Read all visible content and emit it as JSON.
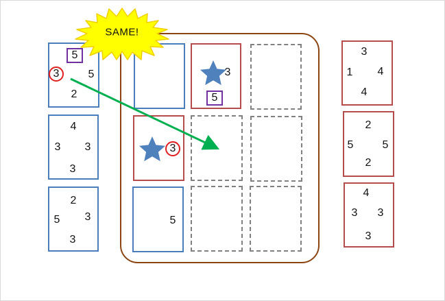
{
  "callout": {
    "text": "SAME!",
    "fill": "#ffff00",
    "stroke": "#f0d000"
  },
  "colors": {
    "blue_card": "#4a7ebb",
    "red_card": "#b54b4b",
    "board": "#8b4513",
    "empty_slot": "#808080",
    "star": "#4f81bd",
    "arrow": "#00b050",
    "circle_mark": "#e02020",
    "square_mark": "#7030a0"
  },
  "hand_left": [
    {
      "top": "5",
      "left": "3",
      "right": "5",
      "bottom": "2",
      "top_marked": "square",
      "left_marked": "circle"
    },
    {
      "top": "4",
      "left": "3",
      "right": "3",
      "bottom": "3"
    },
    {
      "top": "2",
      "left": "5",
      "right": "3",
      "bottom": "3"
    }
  ],
  "board": {
    "r0c0": {
      "owner": "blue",
      "values": {}
    },
    "r0c1": {
      "owner": "red",
      "star": true,
      "values": {
        "right": "3",
        "bottom": "5"
      },
      "bottom_marked": "square"
    },
    "r0c2": {
      "empty": true
    },
    "r1c0": {
      "owner": "red",
      "star": true,
      "values": {
        "right": "3"
      },
      "right_marked": "circle"
    },
    "r1c1": {
      "empty": true
    },
    "r1c2": {
      "empty": true
    },
    "r2c0": {
      "owner": "blue",
      "values": {
        "right": "5"
      }
    },
    "r2c1": {
      "empty": true
    },
    "r2c2": {
      "empty": true
    }
  },
  "hand_right": [
    {
      "top": "3",
      "left": "1",
      "right": "4",
      "bottom": "4"
    },
    {
      "top": "2",
      "left": "5",
      "right": "5",
      "bottom": "2"
    },
    {
      "top": "4",
      "left": "3",
      "right": "3",
      "bottom": "3"
    }
  ]
}
